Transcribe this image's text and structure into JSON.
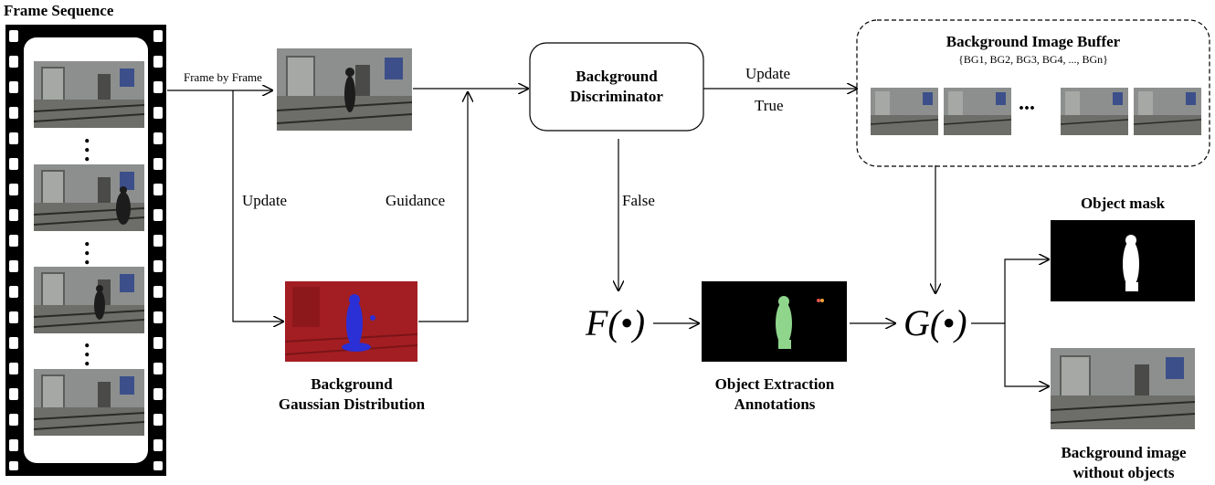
{
  "labels": {
    "frame_sequence": "Frame Sequence",
    "frame_by_frame": "Frame by Frame",
    "update_left": "Update",
    "guidance": "Guidance",
    "bg_gaussian_line1": "Background",
    "bg_gaussian_line2": "Gaussian Distribution",
    "discriminator_line1": "Background",
    "discriminator_line2": "Discriminator",
    "update_top": "Update",
    "true_label": "True",
    "false_label": "False",
    "buffer_title": "Background Image Buffer",
    "buffer_set": "{BG1, BG2, BG3, BG4, ..., BGn}",
    "buffer_ellipsis": "...",
    "f_func": "F(•)",
    "g_func": "G(•)",
    "obj_extract_line1": "Object Extraction",
    "obj_extract_line2": "Annotations",
    "object_mask": "Object mask",
    "bg_without_line1": "Background image",
    "bg_without_line2": "without objects"
  },
  "colors": {
    "frame_wall": "#8a8d8c",
    "frame_floor": "#6e6f6a",
    "gaussian_red": "#a31e22",
    "gaussian_blue": "#2b2fd6",
    "silhouette_green": "#8fd68c",
    "mask_white": "#ffffff"
  }
}
